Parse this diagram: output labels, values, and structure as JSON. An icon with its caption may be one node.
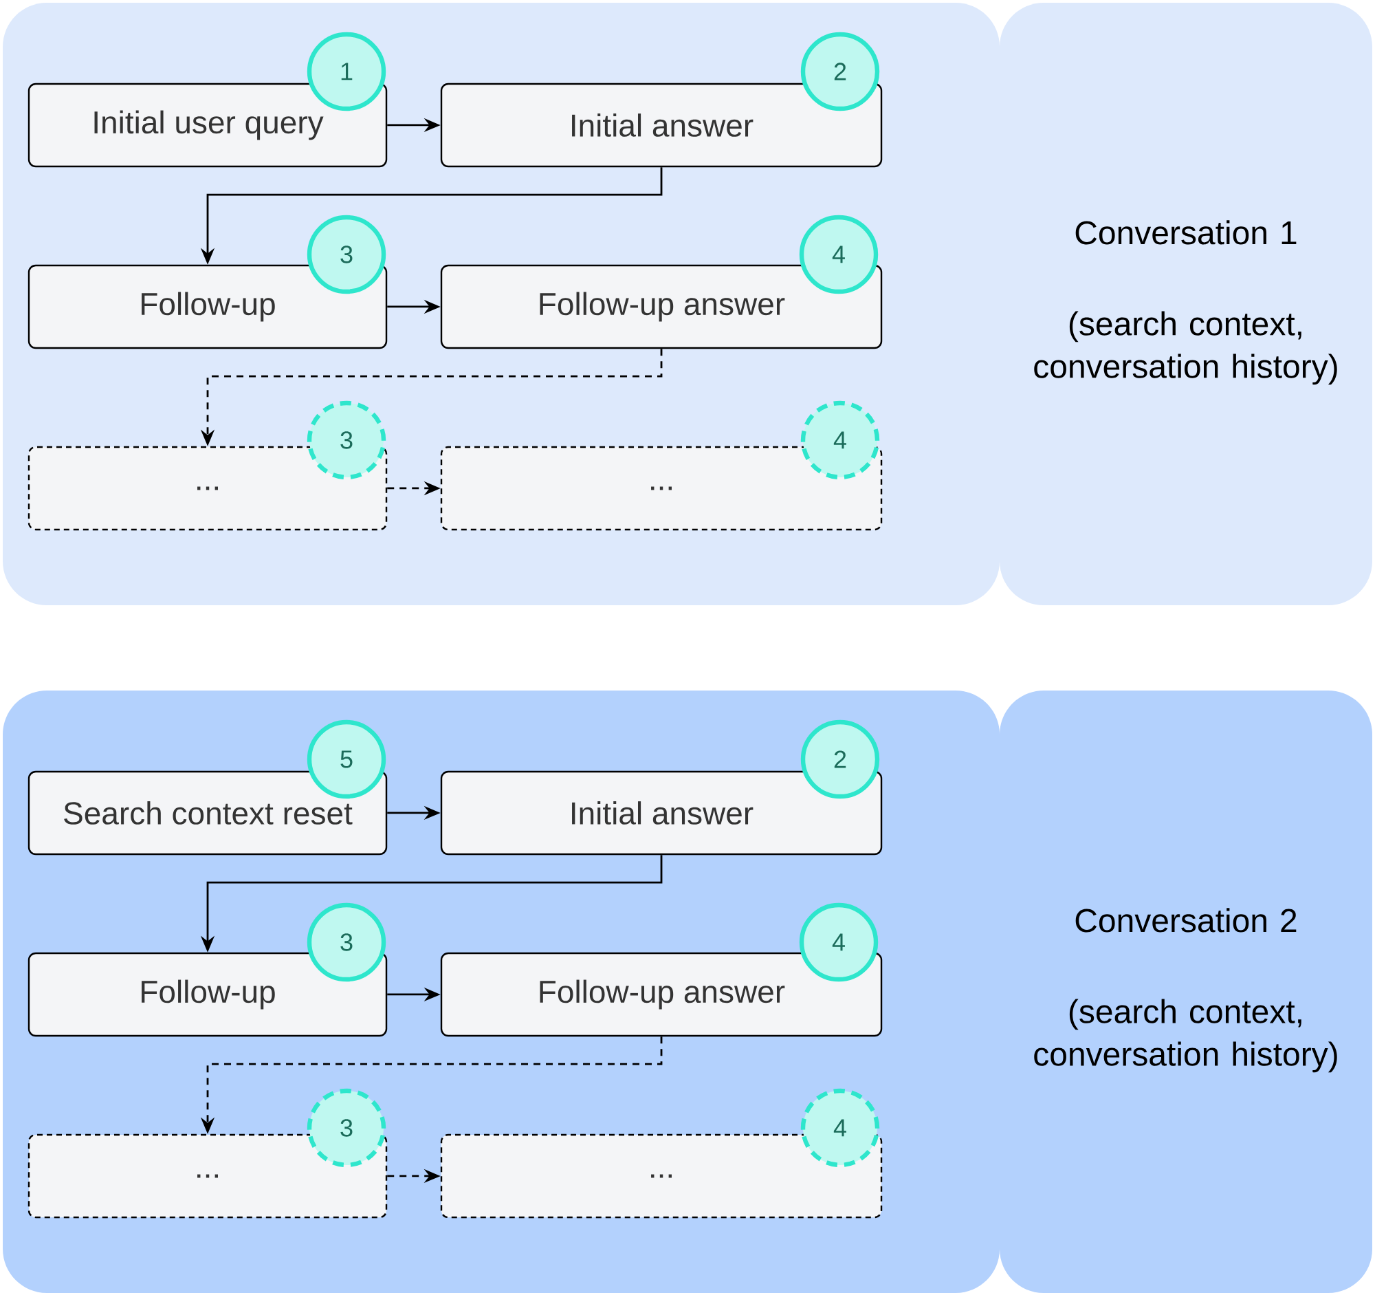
{
  "diagram": {
    "nodes": [
      {
        "text": [],
        "shape": "box"
      },
      {
        "text": [
          "Conversation 1",
          "(search context, conversation history)"
        ]
      },
      {
        "text": [
          "Initial user query"
        ],
        "in": 0
      },
      {
        "text": [
          "1"
        ],
        "in": 0
      },
      {
        "text": [
          "Initial answer"
        ],
        "in": 0
      },
      {
        "text": [
          "2"
        ],
        "in": 0
      },
      {
        "text": [
          "Follow-up"
        ],
        "in": 0
      },
      {
        "text": [
          "3"
        ],
        "in": 0
      },
      {
        "text": [
          "Follow-up answer"
        ],
        "in": 0
      },
      {
        "text": [
          "4"
        ],
        "in": 0
      },
      {
        "text": [
          "..."
        ],
        "in": 0
      },
      {
        "text": [
          "3"
        ],
        "in": 0
      },
      {
        "text": [
          "..."
        ],
        "in": 0
      },
      {
        "text": [
          "4"
        ],
        "in": 0
      },
      {
        "text": [],
        "shape": "box"
      },
      {
        "text": [
          "Conversation 2",
          "(search context, conversation history)"
        ]
      },
      {
        "text": [
          "Search context reset"
        ],
        "in": 14
      },
      {
        "text": [
          "5"
        ],
        "in": 14
      },
      {
        "text": [
          "Initial answer"
        ],
        "in": 14
      },
      {
        "text": [
          "2"
        ],
        "in": 14
      },
      {
        "text": [
          "Follow-up"
        ],
        "in": 14
      },
      {
        "text": [
          "3"
        ],
        "in": 14
      },
      {
        "text": [
          "Follow-up answer"
        ],
        "in": 14
      },
      {
        "text": [
          "4"
        ],
        "in": 14
      },
      {
        "text": [
          "..."
        ],
        "in": 14
      },
      {
        "text": [
          "3"
        ],
        "in": 14
      },
      {
        "text": [
          "..."
        ],
        "in": 14
      },
      {
        "text": [
          "4"
        ],
        "in": 14
      }
    ],
    "edges": [
      {
        "from": 2,
        "to": 4,
        "arrow": "to"
      },
      {
        "from": 4,
        "to": 6,
        "arrow": "to"
      },
      {
        "from": 6,
        "to": 8,
        "arrow": "to"
      },
      {
        "from": 8,
        "to": 10,
        "arrow": "to",
        "style": "dashed"
      },
      {
        "from": 10,
        "to": 12,
        "arrow": "to",
        "style": "dashed"
      },
      {
        "from": 16,
        "to": 18,
        "arrow": "to"
      },
      {
        "from": 18,
        "to": 20,
        "arrow": "to"
      },
      {
        "from": 20,
        "to": 22,
        "arrow": "to"
      },
      {
        "from": 22,
        "to": 24,
        "arrow": "to",
        "style": "dashed"
      },
      {
        "from": 24,
        "to": 26,
        "arrow": "to",
        "style": "dashed"
      }
    ]
  }
}
